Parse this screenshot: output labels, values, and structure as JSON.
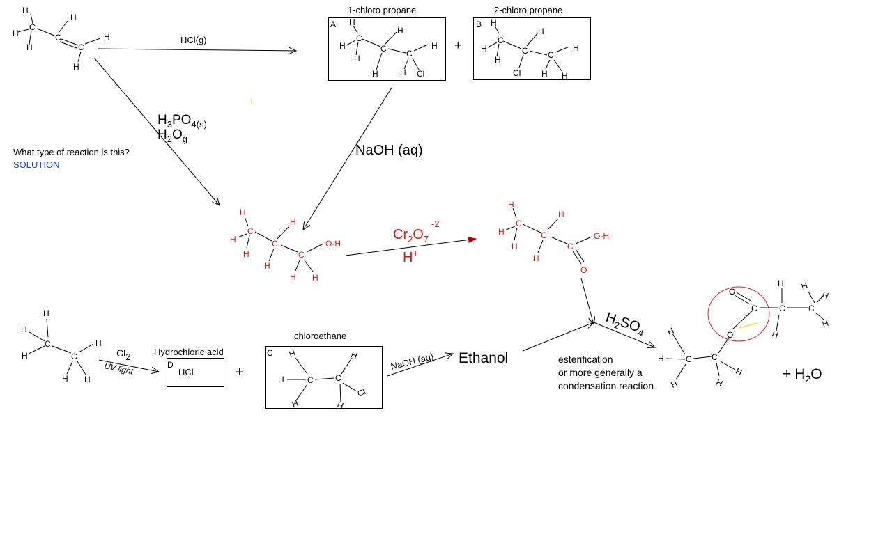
{
  "colors": {
    "red": "#e8120c",
    "blue": "#1f45d6",
    "black": "#000000",
    "yellow": "#f0e020"
  },
  "labels": {
    "chloro1": "1-chloro propane",
    "chloro2": "2-chloro propane",
    "box_a": "A",
    "box_b": "B",
    "box_c": "C",
    "box_d": "D",
    "plus": "+",
    "hcl_gas": "HCl(g)",
    "h3po4_main": "H",
    "h3po4_sub3": "3",
    "h3po4_po": "PO",
    "h3po4_sub4s": "4(s)",
    "h2o_h": "H",
    "h2o_sub2": "2",
    "h2o_o": "O",
    "h2o_subg": "g",
    "question": "What type of reaction is this?",
    "solution": "SOLUTION",
    "naoh_aq": "NaOH (aq)",
    "cr": "Cr",
    "cr_sub2": "2",
    "cr_o": "O",
    "cr_sub7": "7",
    "cr_sup": "-2",
    "hplus_h": "H",
    "hplus_sup": "+",
    "cl2_cl": "Cl",
    "cl2_sub": "2",
    "uv_light": "UV light",
    "hydrochloric_acid": "Hydrochloric acid",
    "hcl": "HCl",
    "chloroethane": "chloroethane",
    "naoh_small": "NaOH (aq)",
    "ethanol": "Ethanol",
    "h2so4_h": "H",
    "h2so4_sub2": "2",
    "h2so4_so": "SO",
    "h2so4_sub4": "4",
    "esterification_1": "esterification",
    "esterification_2": "or more generally a",
    "esterification_3": "condensation reaction",
    "plus_water_plus": "+",
    "plus_water_h": "H",
    "plus_water_sub": "2",
    "plus_water_o": "O",
    "atom_h": "H",
    "atom_c": "C",
    "atom_cl": "Cl",
    "atom_o": "O",
    "atom_oh": "O-H"
  }
}
